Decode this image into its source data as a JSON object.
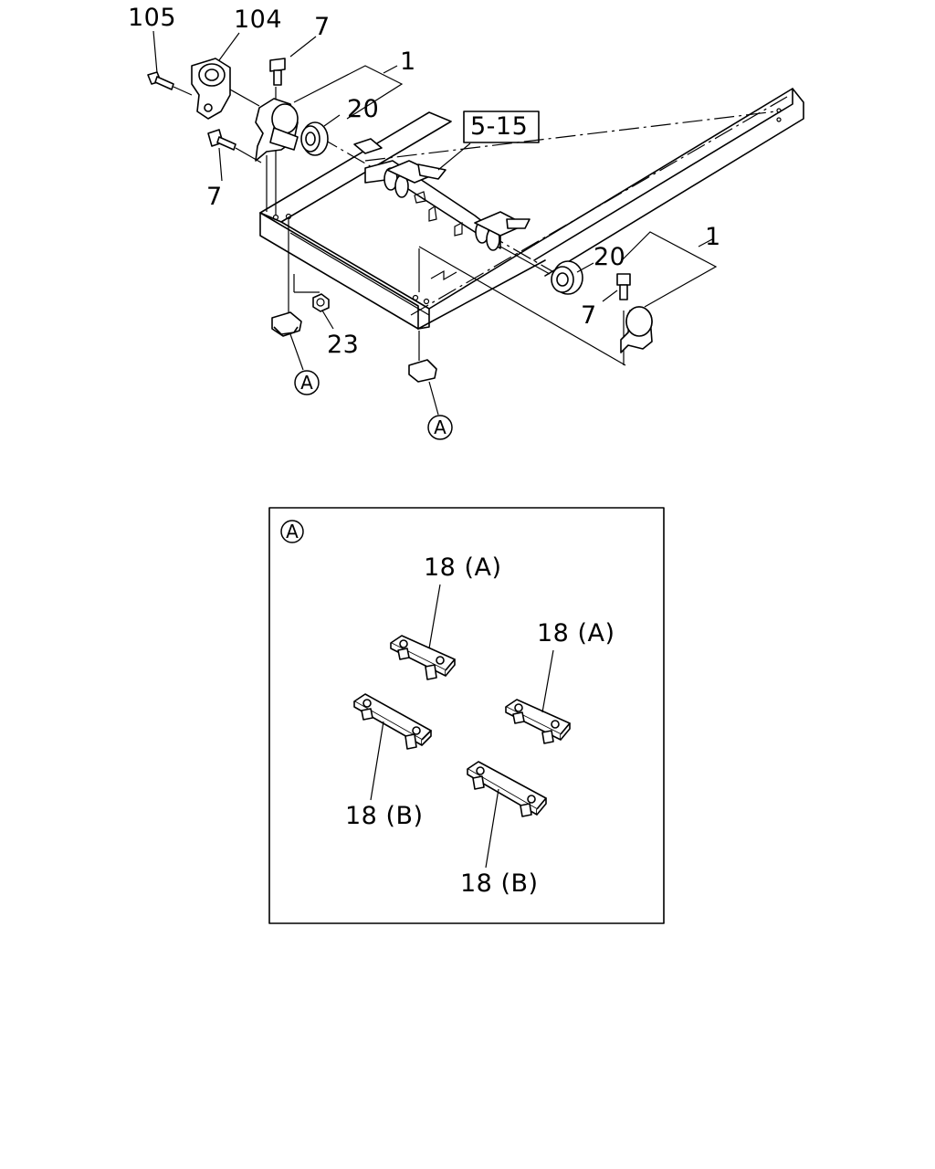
{
  "callouts": {
    "c105": "105",
    "c104": "104",
    "c7_top": "7",
    "c1_top": "1",
    "c20_top": "20",
    "c5_15": "5-15",
    "c7_left": "7",
    "c1_right": "1",
    "c20_right": "20",
    "c7_right": "7",
    "c23": "23",
    "refA_left": "A",
    "refA_mid": "A"
  },
  "detail": {
    "ref": "A",
    "p1": "18 (A)",
    "p2": "18 (A)",
    "p3": "18 (B)",
    "p4": "18 (B)"
  }
}
